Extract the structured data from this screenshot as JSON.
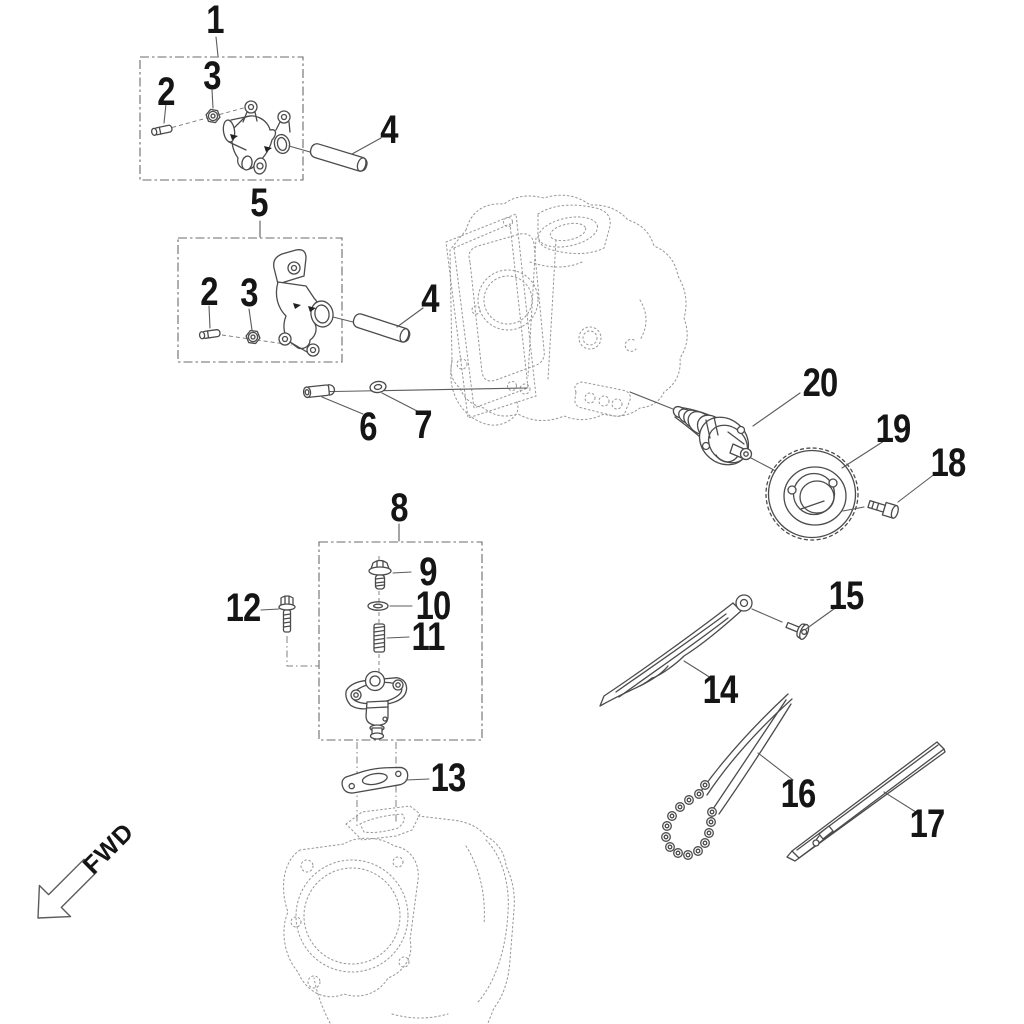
{
  "figure": {
    "fwd_label": "FWD"
  },
  "colors": {
    "background": "#ffffff",
    "part_line": "#4b4b4b",
    "reference_line": "#9a9a9a",
    "leader_line": "#5b5b5b",
    "label_text": "#151515"
  },
  "callouts": [
    {
      "label": "1",
      "part": "rocker-arm-assembly-a"
    },
    {
      "label": "2",
      "part": "valve-adjuster-screw"
    },
    {
      "label": "3",
      "part": "adjuster-nut"
    },
    {
      "label": "4",
      "part": "rocker-shaft"
    },
    {
      "label": "5",
      "part": "rocker-arm-assembly-b"
    },
    {
      "label": "2",
      "part": "valve-adjuster-screw"
    },
    {
      "label": "3",
      "part": "adjuster-nut"
    },
    {
      "label": "4",
      "part": "rocker-shaft"
    },
    {
      "label": "6",
      "part": "dowel-pin"
    },
    {
      "label": "7",
      "part": "washer"
    },
    {
      "label": "8",
      "part": "chain-tensioner-assembly"
    },
    {
      "label": "9",
      "part": "tensioner-cap-bolt"
    },
    {
      "label": "10",
      "part": "sealing-washer"
    },
    {
      "label": "11",
      "part": "tensioner-spring"
    },
    {
      "label": "12",
      "part": "flange-bolt"
    },
    {
      "label": "13",
      "part": "tensioner-gasket"
    },
    {
      "label": "14",
      "part": "chain-guide-arm"
    },
    {
      "label": "15",
      "part": "guide-pivot-bolt"
    },
    {
      "label": "16",
      "part": "timing-chain"
    },
    {
      "label": "17",
      "part": "chain-guide-strip"
    },
    {
      "label": "18",
      "part": "sprocket-bolt"
    },
    {
      "label": "19",
      "part": "camshaft-sprocket"
    },
    {
      "label": "20",
      "part": "camshaft"
    }
  ]
}
